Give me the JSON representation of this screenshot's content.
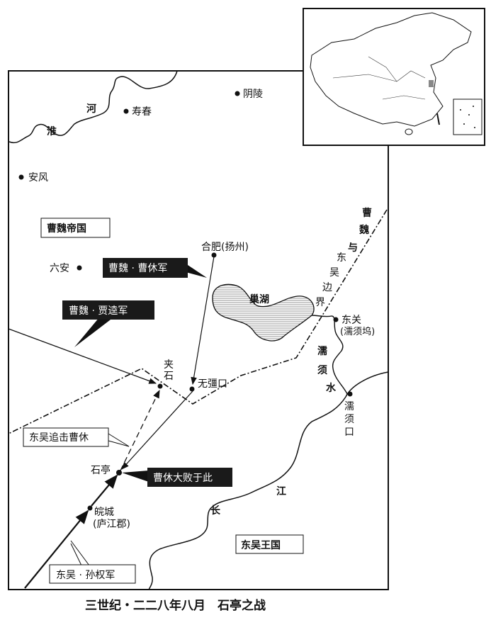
{
  "caption": "三世纪・二二八年八月　石亭之战",
  "regions": {
    "wei": "曹魏帝国",
    "wu": "东吴王国"
  },
  "places": {
    "yinling": "阴陵",
    "shouchun": "寿春",
    "anfeng": "安风",
    "luan": "六安",
    "hefei": "合肥(扬州)",
    "jiashi": [
      "夹",
      "石"
    ],
    "wujiangkou": "无彊口",
    "dongguan": "东关",
    "ruxuwu": "(濡须坞)",
    "ruxukou": [
      "濡",
      "须",
      "口"
    ],
    "shiting": "石亭",
    "wancheng": "皖城",
    "lujiang": "(庐江郡)"
  },
  "waters": {
    "huai": [
      "淮",
      "河"
    ],
    "chaohu": "巢湖",
    "ruxushui": [
      "濡",
      "须",
      "水"
    ],
    "changjiang": [
      "长",
      "江"
    ]
  },
  "border_label": [
    "曹",
    "魏",
    "与",
    "东",
    "吴",
    "边",
    "界"
  ],
  "labels": {
    "caoxiu_army": "曹魏 · 曹休军",
    "jiakui_army": "曹魏 · 贾逵军",
    "defeat": "曹休大败于此",
    "pursuit": "东吴追击曹休",
    "sunquan_army": "东吴 · 孙权军"
  },
  "colors": {
    "ink": "#111111",
    "paper": "#ffffff"
  }
}
